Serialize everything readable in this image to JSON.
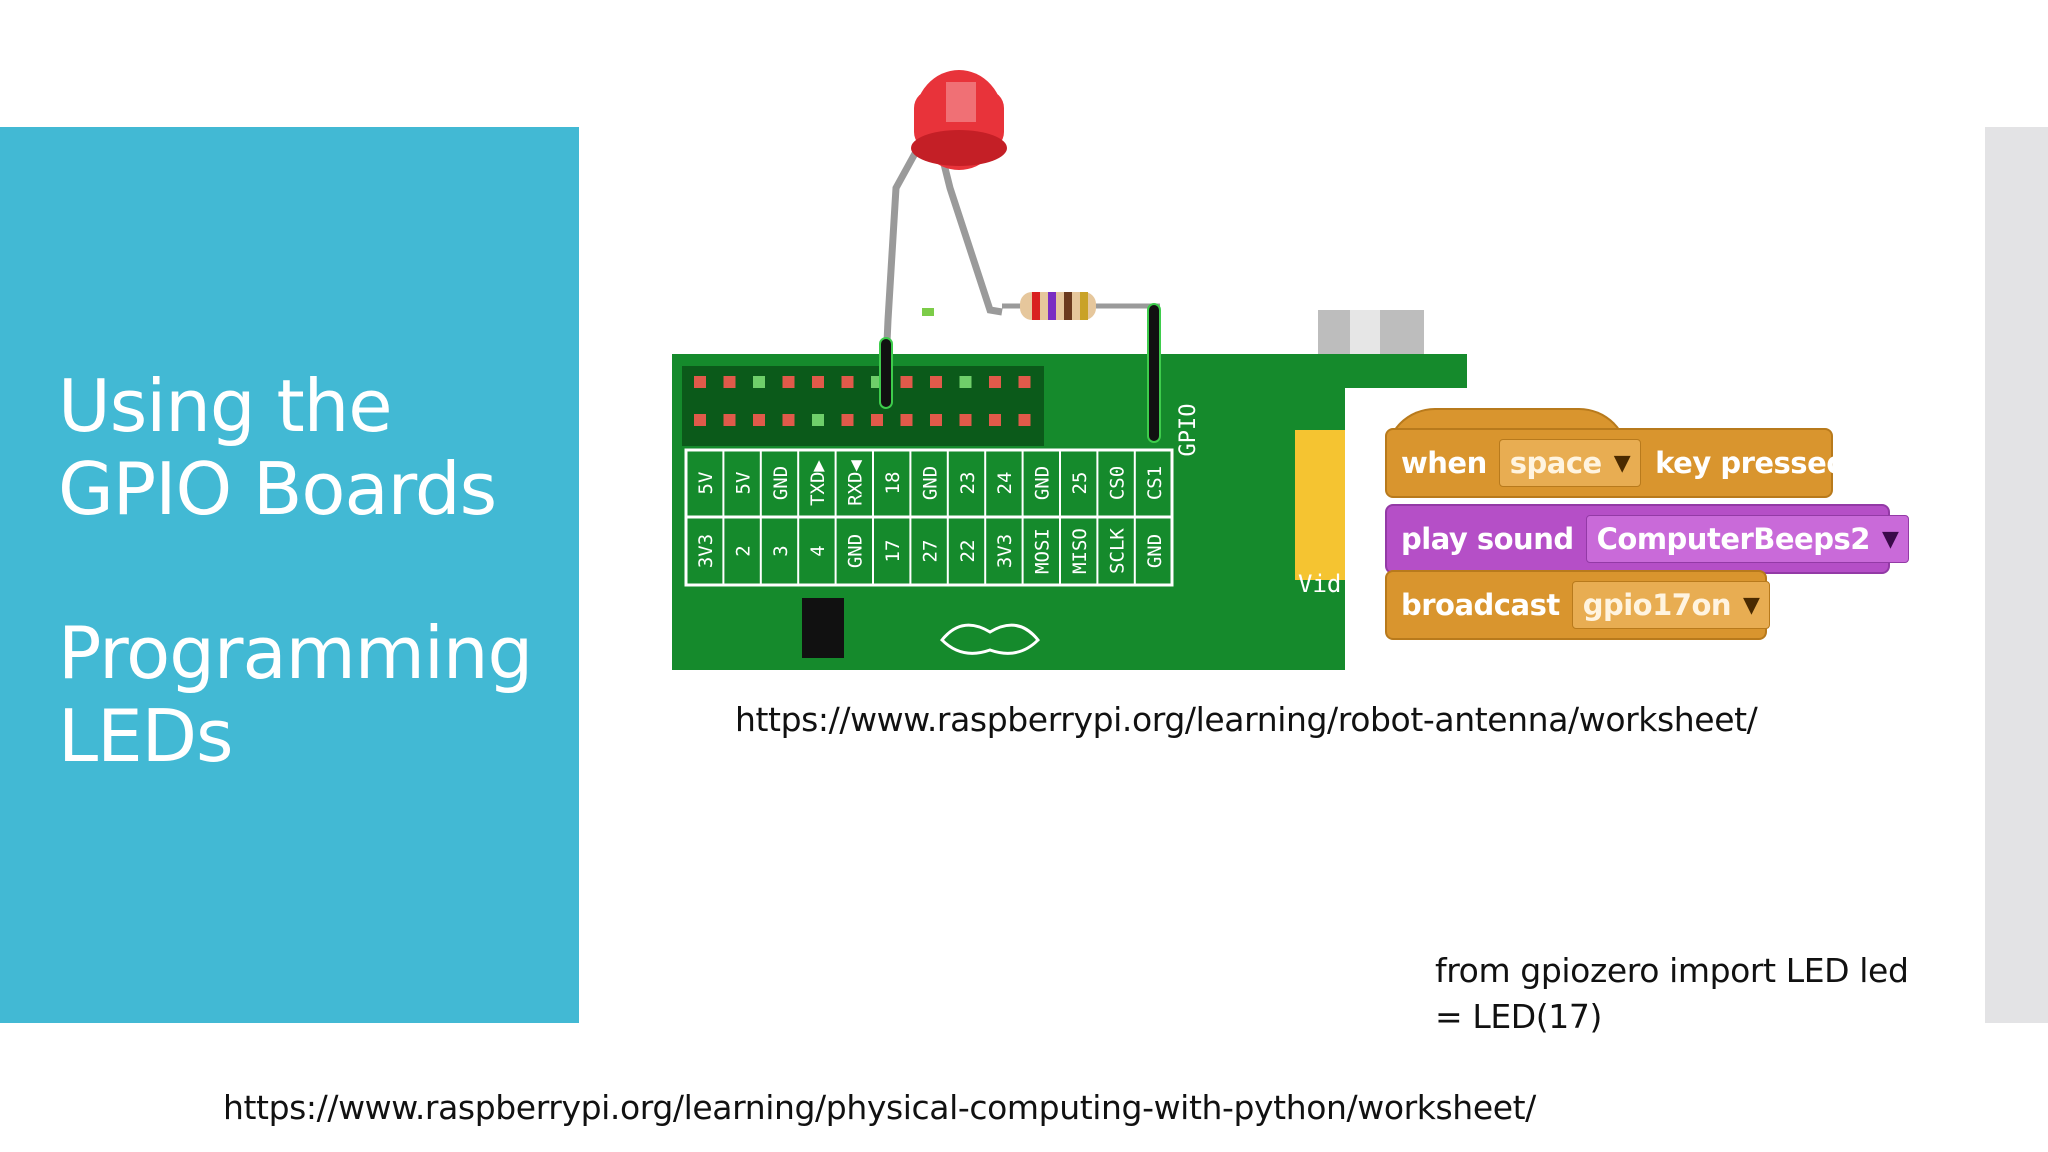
{
  "slide": {
    "title_lines": [
      "Using the",
      "GPIO Boards"
    ],
    "subtitle_lines": [
      "Programming",
      "LEDs"
    ],
    "url_top": "https://www.raspberrypi.org/learning/robot-antenna/worksheet/",
    "url_bottom": "https://www.raspberrypi.org/learning/physical-computing-with-python/worksheet/",
    "code_text": "from gpiozero import LED led = LED(17)",
    "colors": {
      "band": "#42b9d4",
      "board": "#158a2c",
      "led": "#e8333a"
    }
  },
  "gpio": {
    "board_label": "GPIO",
    "video_label": "Vid",
    "top_row": [
      "5V",
      "5V",
      "GND",
      "TXD▶",
      "RXD◀",
      "18",
      "GND",
      "23",
      "24",
      "GND",
      "25",
      "CS0",
      "CS1"
    ],
    "bottom_row": [
      "3V3",
      "2",
      "3",
      "4",
      "GND",
      "17",
      "27",
      "22",
      "3V3",
      "MOSI",
      "MISO",
      "SCLK",
      "GND"
    ]
  },
  "scratch": {
    "hat": {
      "label": "when",
      "dropdown": "space",
      "suffix": "key pressed"
    },
    "sound": {
      "label": "play sound",
      "dropdown": "ComputerBeeps2"
    },
    "broadcast": {
      "label": "broadcast",
      "dropdown": "gpio17on"
    }
  }
}
